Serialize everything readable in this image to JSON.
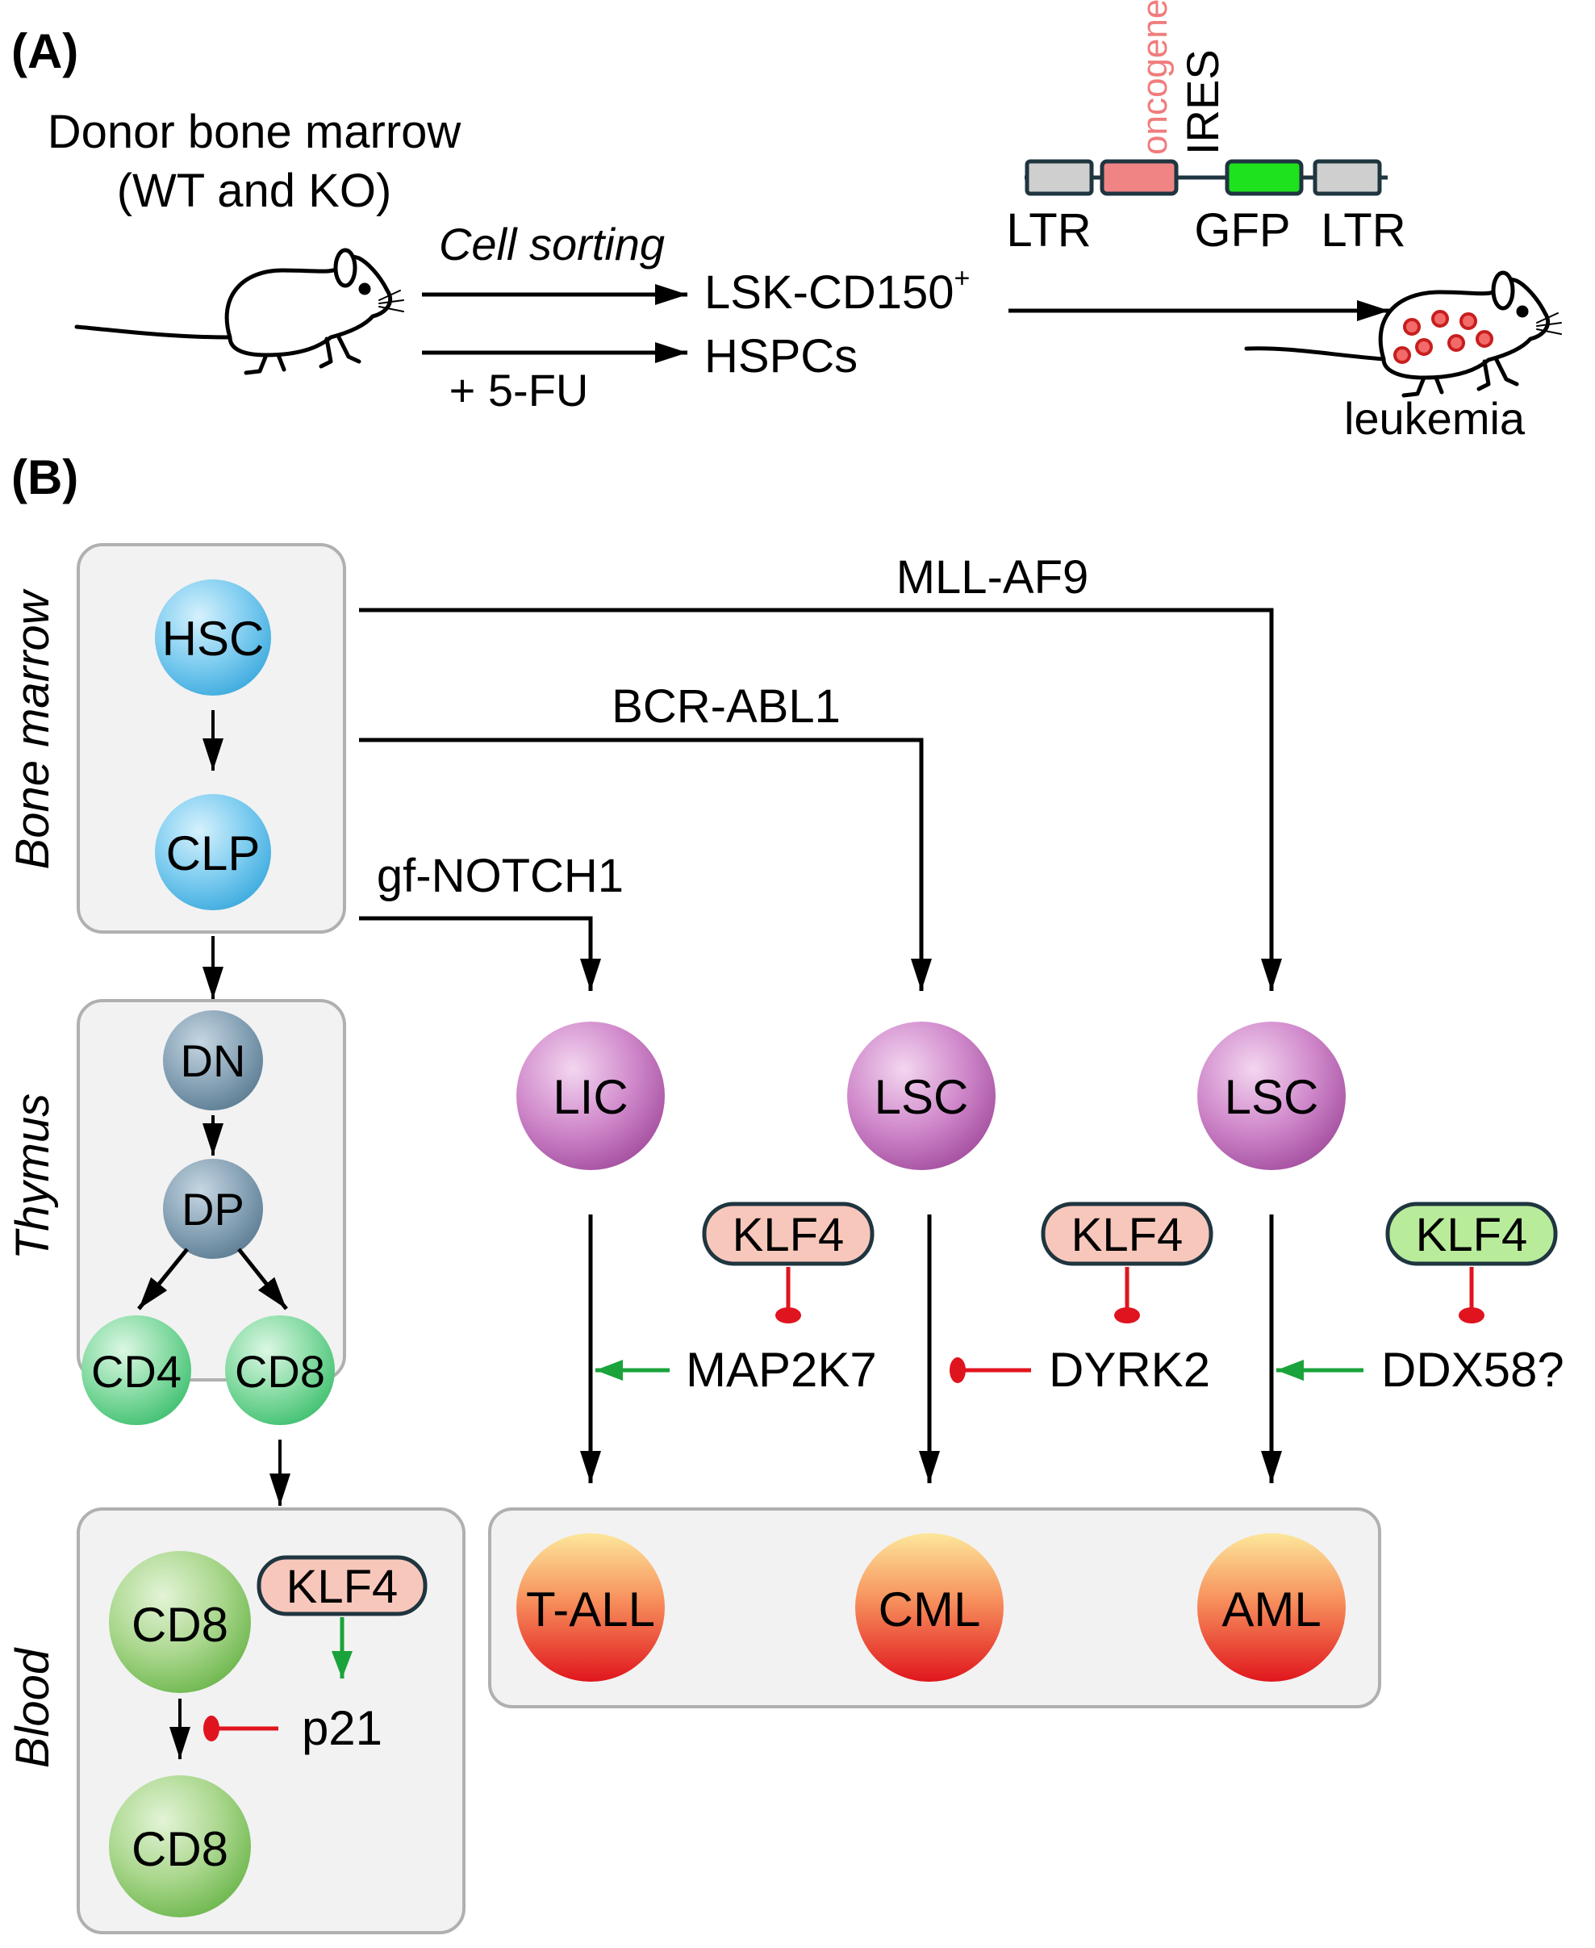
{
  "panel_a": {
    "label": "(A)",
    "donor_line1": "Donor bone marrow",
    "donor_line2": "(WT and KO)",
    "cell_sorting": "Cell sorting",
    "five_fu": "+ 5-FU",
    "lsk_base": "LSK-CD150",
    "lsk_sup": "+",
    "hspcs": "HSPCs",
    "construct": {
      "oncogene": "oncogene",
      "ires": "IRES",
      "ltr_left": "LTR",
      "gfp": "GFP",
      "ltr_right": "LTR"
    },
    "leukemia": "leukemia"
  },
  "panel_b": {
    "label": "(B)",
    "compartments": {
      "bone_marrow": "Bone marrow",
      "thymus": "Thymus",
      "blood": "Blood"
    },
    "cells": {
      "hsc": "HSC",
      "clp": "CLP",
      "dn": "DN",
      "dp": "DP",
      "cd4": "CD4",
      "cd8_thymus": "CD8",
      "cd8_blood_top": "CD8",
      "cd8_blood_bottom": "CD8",
      "lic": "LIC",
      "lsc1": "LSC",
      "lsc2": "LSC",
      "tall": "T-ALL",
      "cml": "CML",
      "aml": "AML"
    },
    "oncogenes": {
      "mll_af9": "MLL-AF9",
      "bcr_abl1": "BCR-ABL1",
      "gf_notch1": "gf-NOTCH1"
    },
    "klf4": {
      "tall": "KLF4",
      "cml": "KLF4",
      "aml": "KLF4",
      "blood": "KLF4"
    },
    "targets": {
      "map2k7": "MAP2K7",
      "dyrk2": "DYRK2",
      "ddx58": "DDX58?",
      "p21": "p21"
    }
  },
  "colors": {
    "activation": "#1aa33a",
    "inhibition": "#e0141e",
    "klf4_suppressor": "#f8c7bb",
    "klf4_promoter": "#b8ec9a",
    "oncogene_box": "#f08484",
    "gfp_box": "#1de21d",
    "ltr_box": "#cfcfcf",
    "compartment": "#f2f2f2"
  }
}
